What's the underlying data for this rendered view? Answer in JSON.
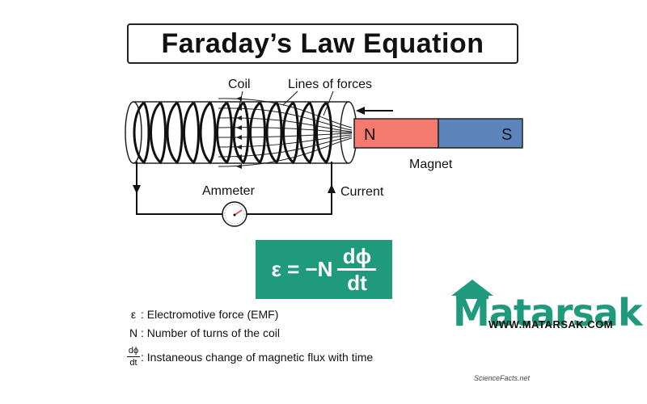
{
  "title": "Faraday’s Law Equation",
  "labels": {
    "coil": "Coil",
    "lines_of_forces": "Lines of forces",
    "magnet": "Magnet",
    "north": "N",
    "south": "S",
    "ammeter": "Ammeter",
    "current": "Current"
  },
  "equation": {
    "lhs": "ε = −N",
    "numerator": "dϕ",
    "denominator": "dt"
  },
  "legend": [
    {
      "symbol": "ε",
      "text": ": Electromotive force (EMF)"
    },
    {
      "symbol": "N",
      "text": ": Number of turns of the coil"
    },
    {
      "symbol_num": "dϕ",
      "symbol_den": "dt",
      "text": ": Instaneous change of magnetic flux with time"
    }
  ],
  "watermark": {
    "logo": "Matarsak",
    "url": "WWW.MATARSAK.COM",
    "credit": "ScienceFacts.net"
  },
  "colors": {
    "north_pole": "#f47a6f",
    "south_pole": "#5c86bb",
    "equation_bg": "#1f9a7c",
    "logo": "#1f9a7c"
  }
}
